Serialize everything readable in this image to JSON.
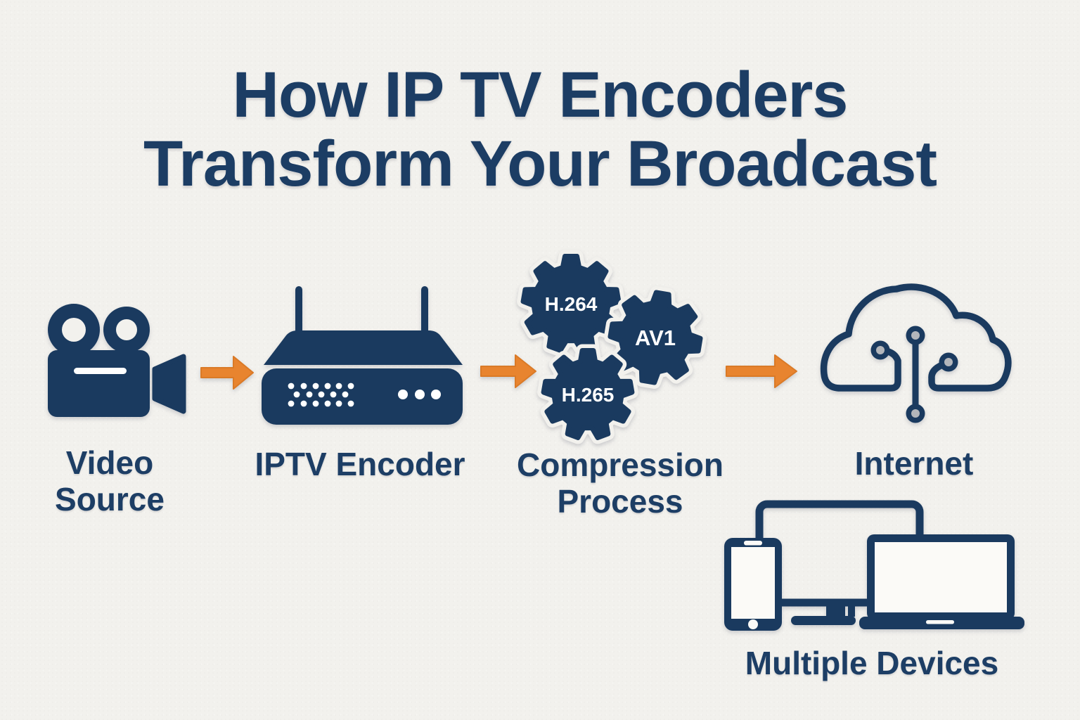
{
  "title": {
    "line1": "How IP TV Encoders",
    "line2": "Transform Your Broadcast"
  },
  "flow": {
    "video_source": {
      "label_line1": "Video",
      "label_line2": "Source"
    },
    "iptv_encoder": {
      "label": "IPTV Encoder"
    },
    "compression": {
      "label_line1": "Compression",
      "label_line2": "Process",
      "codecs": [
        "H.264",
        "AV1",
        "H.265"
      ]
    },
    "internet": {
      "label": "Internet"
    },
    "devices": {
      "label": "Multiple Devices"
    }
  },
  "colors": {
    "navy": "#1A3A5F",
    "text_navy": "#1D3E65",
    "orange": "#E8842F",
    "orange_edge": "#DA7A27",
    "background": "#F2F1ED",
    "node_gray": "#B3B6BB",
    "screen_white": "#FBFAF7"
  }
}
